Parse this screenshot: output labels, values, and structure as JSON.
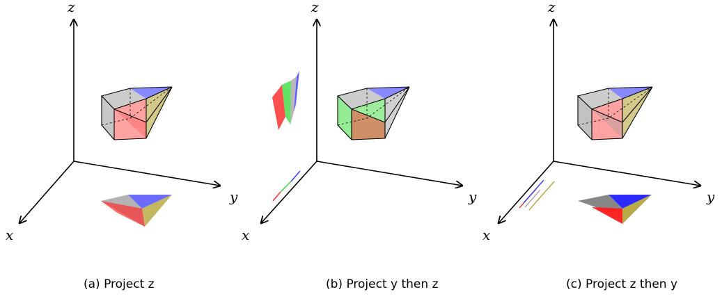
{
  "panels": [
    {
      "caption": "(a) Project z",
      "axes": {
        "x": "x",
        "y": "y",
        "z": "z"
      }
    },
    {
      "caption": "(b) Project y then z",
      "axes": {
        "x": "x",
        "y": "y",
        "z": "z"
      }
    },
    {
      "caption": "(c) Project z then y",
      "axes": {
        "x": "x",
        "y": "y",
        "z": "z"
      }
    }
  ],
  "colors": {
    "axis": "#000000",
    "gray": "#9a9a9a",
    "red": "#ff3030",
    "blue": "#3a3aff",
    "olive": "#b5a53a",
    "green": "#3cdc3c"
  }
}
